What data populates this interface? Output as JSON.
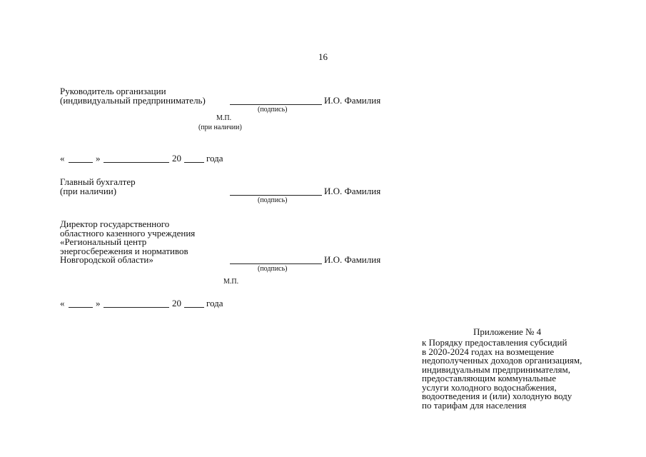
{
  "page_number": "16",
  "head_block": {
    "line1": "Руководитель организации",
    "line2": "(индивидуальный предприниматель)",
    "name": "И.О. Фамилия",
    "signature_caption": "(подпись)",
    "stamp": "М.П.",
    "stamp_note": "(при наличии)"
  },
  "date_1": {
    "open_quote": "«",
    "close_quote": "»",
    "year_prefix": "20",
    "suffix": "года"
  },
  "accountant_block": {
    "line1": "Главный бухгалтер",
    "line2": "(при наличии)",
    "name": "И.О. Фамилия",
    "signature_caption": "(подпись)"
  },
  "director_block": {
    "lines": [
      "Директор государственного",
      "областного казенного учреждения",
      "«Региональный центр",
      "энергосбережения и нормативов",
      "Новгородской области»"
    ],
    "name": "И.О. Фамилия",
    "signature_caption": "(подпись)",
    "stamp": "М.П."
  },
  "date_2": {
    "open_quote": "«",
    "close_quote": "»",
    "year_prefix": "20",
    "suffix": "года"
  },
  "appendix": {
    "title": "Приложение № 4",
    "lines": [
      "к Порядку предоставления субсидий",
      "в 2020-2024 годах на возмещение",
      "недополученных доходов организациям,",
      "индивидуальным предпринимателям,",
      "предоставляющим коммунальные",
      "услуги холодного водоснабжения,",
      "водоотведения и (или) холодную воду",
      "по тарифам для населения"
    ]
  }
}
